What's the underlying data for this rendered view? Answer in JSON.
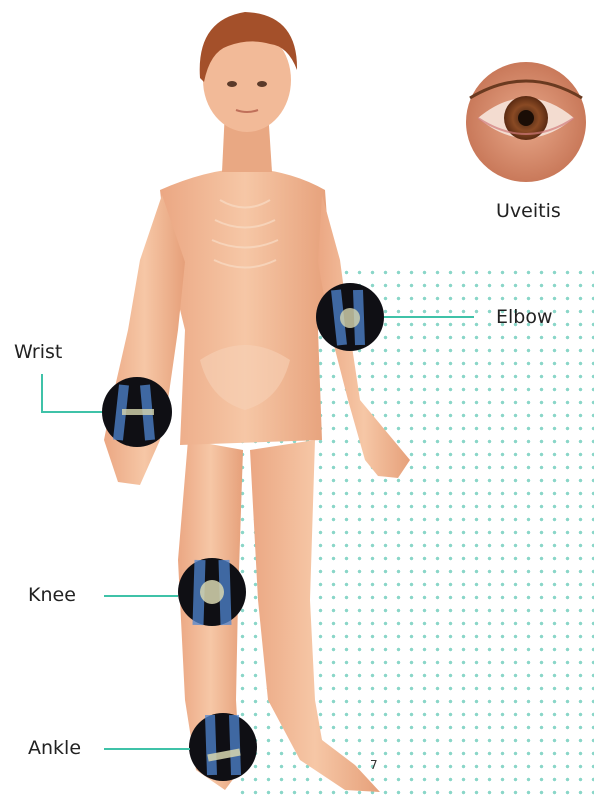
{
  "labels": {
    "uveitis": "Uveitis",
    "elbow": "Elbow",
    "wrist": "Wrist",
    "knee": "Knee",
    "ankle": "Ankle"
  },
  "page_number": "7",
  "colors": {
    "accent": "#3fc2a8",
    "dots": "#8ad6c8",
    "skin": "#f0b48e",
    "hair": "#a4502a",
    "joint_bone": "#5b8fd6"
  }
}
